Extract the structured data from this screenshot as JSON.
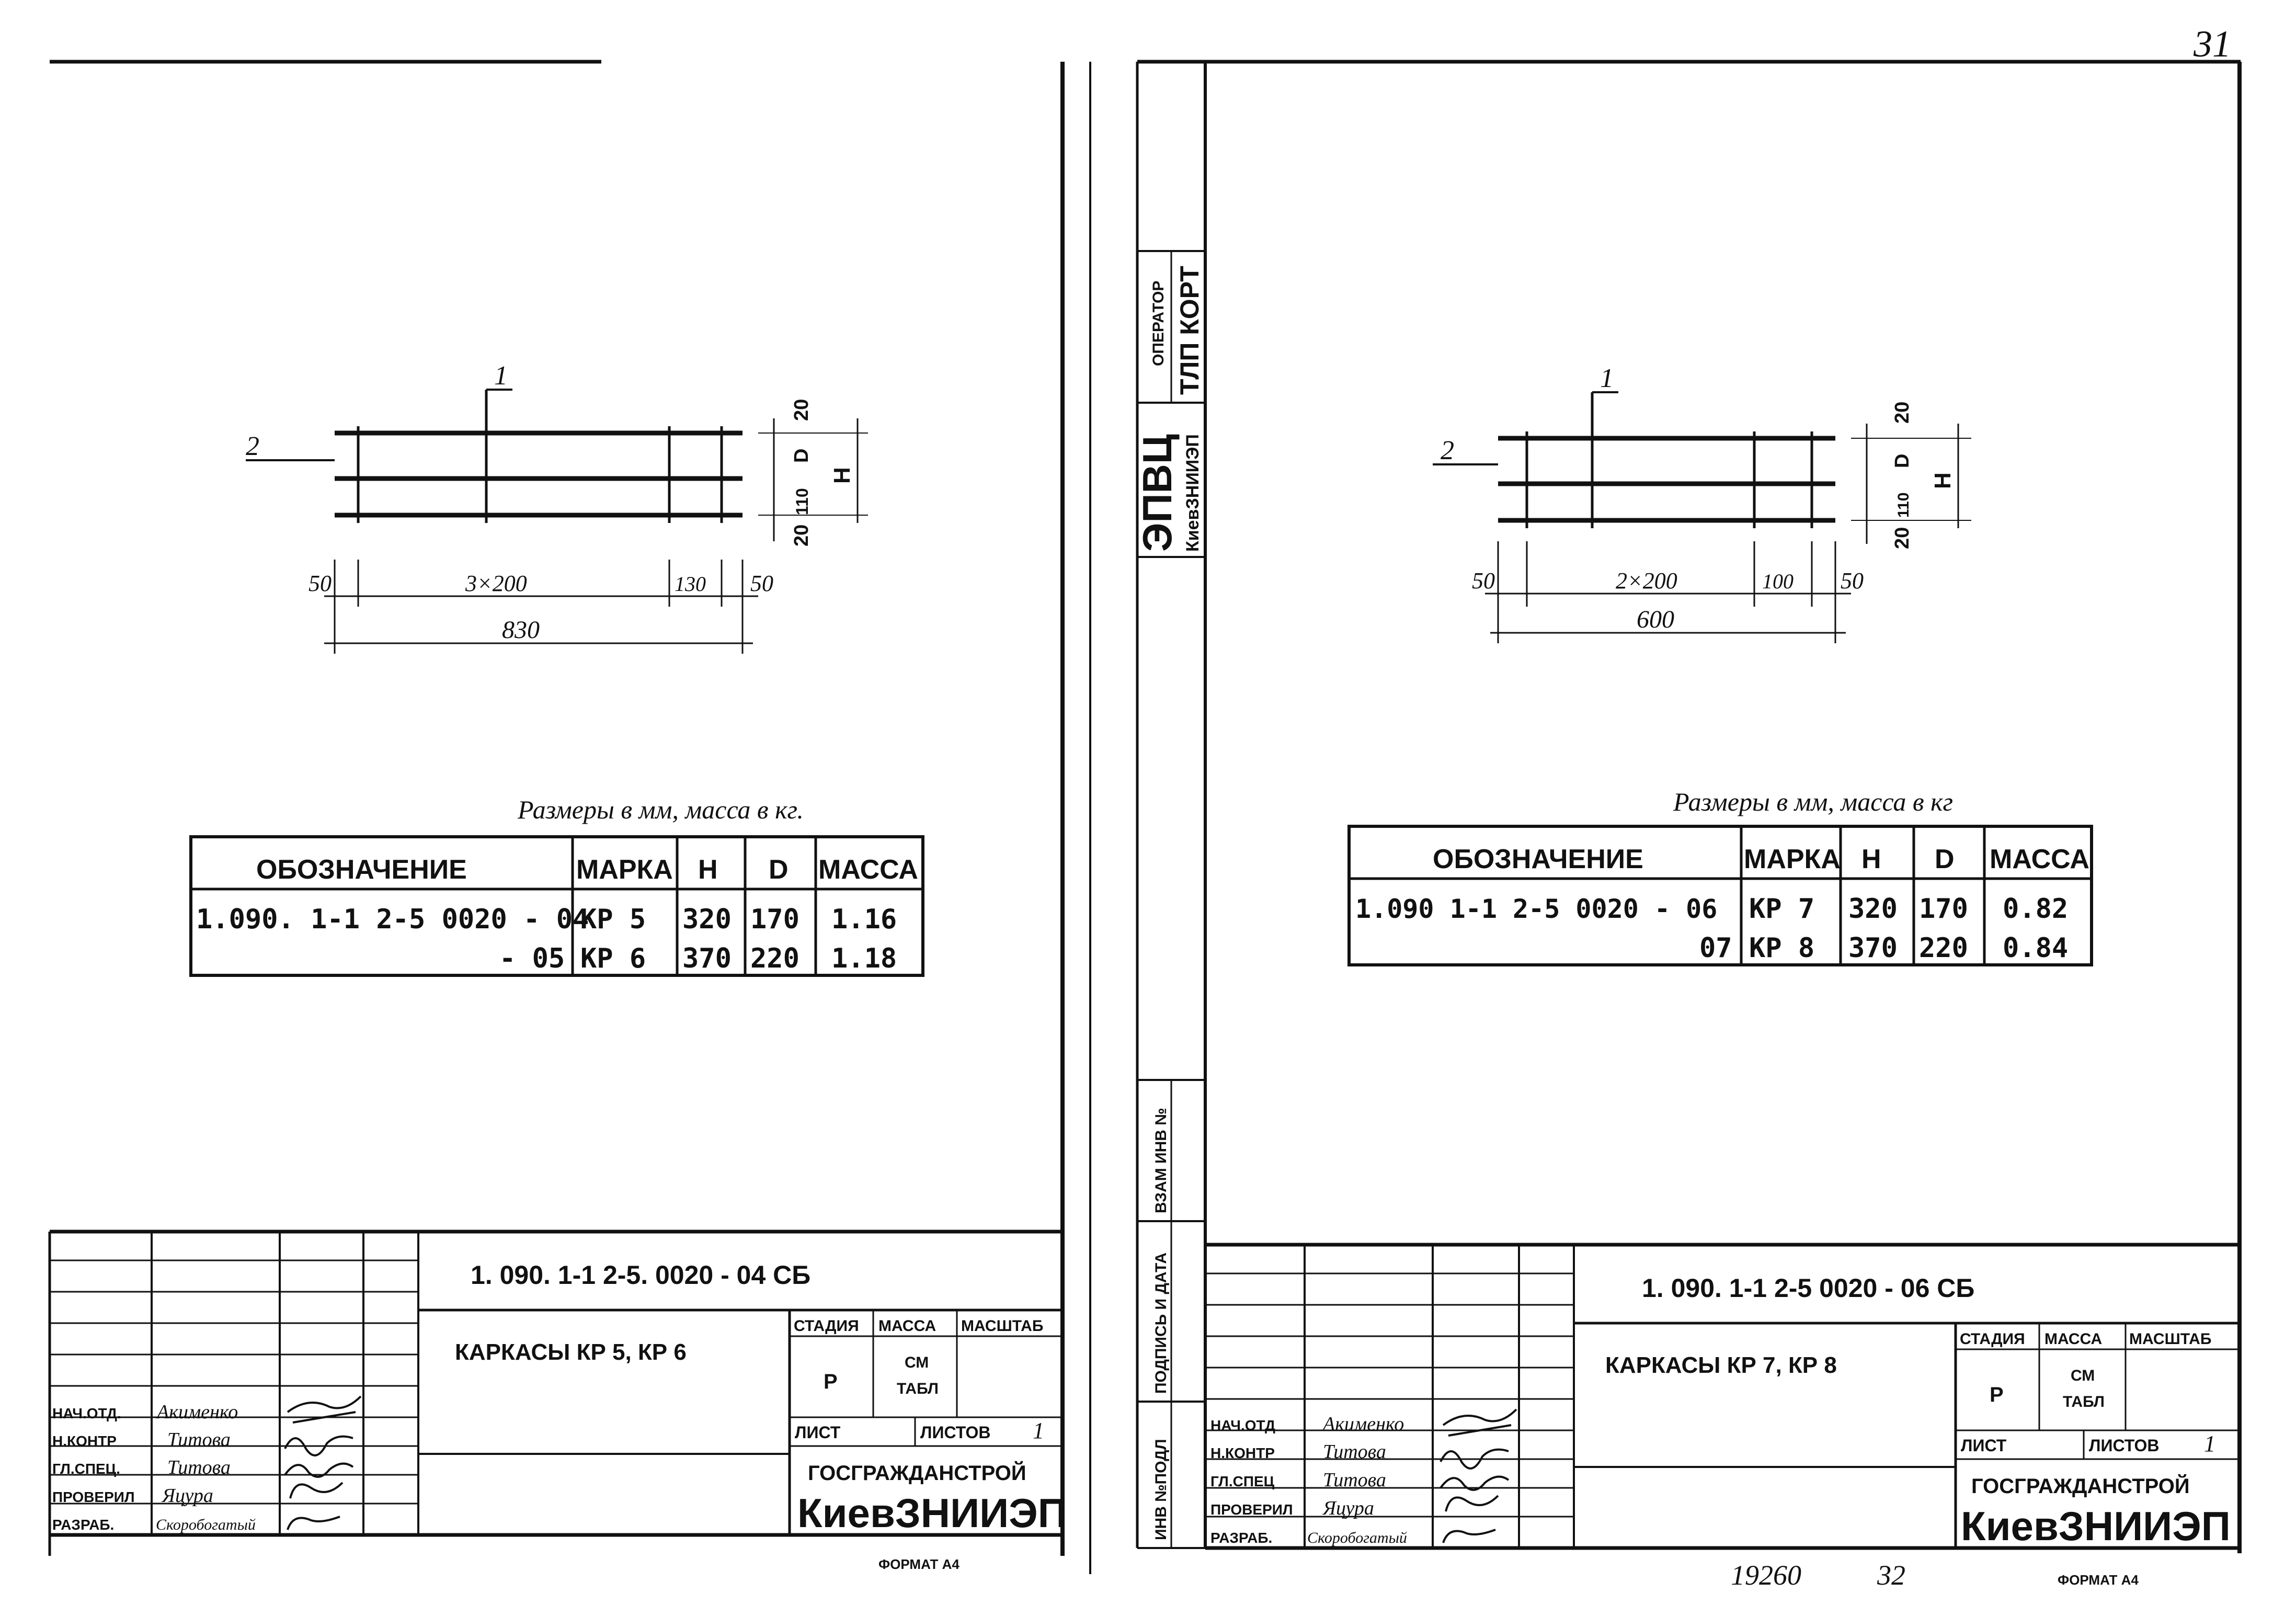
{
  "page_number": "31",
  "footer": {
    "inv_number": "19260",
    "page": "32"
  },
  "left": {
    "drawing": {
      "callout_bar": "1",
      "callout_rod": "2",
      "dims_right": [
        "20",
        "D",
        "H",
        "110",
        "20"
      ],
      "dims_bottom": [
        "50",
        "3×200",
        "130",
        "50"
      ],
      "overall": "830"
    },
    "note": "Размеры в мм, масса в кг.",
    "table": {
      "headers": [
        "ОБОЗНАЧЕНИЕ",
        "МАРКА",
        "H",
        "D",
        "МАССА"
      ],
      "rows": [
        [
          "1.090. 1-1 2-5 0020 - 04",
          "КР 5",
          "320",
          "170",
          "1.16"
        ],
        [
          "- 05",
          "КР 6",
          "370",
          "220",
          "1.18"
        ]
      ]
    },
    "title_block": {
      "code": "1. 090. 1-1  2-5. 0020 - 04 СБ",
      "name": "КАРКАСЫ  КР 5, КР 6",
      "stage_label": "СТАДИЯ",
      "mass_label": "МАССА",
      "scale_label": "МАСШТАБ",
      "stage": "Р",
      "mass": "СМ",
      "mass2": "ТАБЛ",
      "sheet_label": "ЛИСТ",
      "sheets_label": "ЛИСТОВ",
      "sheets": "1",
      "org": "ГОСГРАЖДАНСТРОЙ",
      "org2": "КиевЗНИИЭП",
      "roles": [
        "НАЧ.ОТД.",
        "Н.КОНТР",
        "ГЛ.СПЕЦ.",
        "ПРОВЕРИЛ",
        "РАЗРАБ."
      ],
      "names": [
        "Акименко",
        "Титова",
        "Титова",
        "Яцура",
        "Скоробогатый"
      ],
      "format": "ФОРМАТ А4"
    }
  },
  "right": {
    "side_stamp": {
      "operator_label": "ОПЕРАТОР",
      "operator": "ТЛП КОРТ",
      "epvc": "ЭПВЦ",
      "epvc_sub": "КиевЗНИИЭП",
      "vzam": "ВЗАМ ИНВ №",
      "podpis": "ПОДПИСЬ И ДАТА",
      "inv": "ИНВ №ПОДЛ"
    },
    "drawing": {
      "callout_bar": "1",
      "callout_rod": "2",
      "dims_right": [
        "20",
        "D",
        "H",
        "110",
        "20"
      ],
      "dims_bottom": [
        "50",
        "2×200",
        "100",
        "50"
      ],
      "overall": "600"
    },
    "note": "Размеры в мм, масса в кг",
    "table": {
      "headers": [
        "ОБОЗНАЧЕНИЕ",
        "МАРКА",
        "H",
        "D",
        "МАССА"
      ],
      "rows": [
        [
          "1.090 1-1 2-5 0020 - 06",
          "КР 7",
          "320",
          "170",
          "0.82"
        ],
        [
          "07",
          "КР 8",
          "370",
          "220",
          "0.84"
        ]
      ]
    },
    "title_block": {
      "code": "1. 090. 1-1  2-5  0020 - 06 СБ",
      "name": "КАРКАСЫ  КР 7, КР 8",
      "stage_label": "СТАДИЯ",
      "mass_label": "МАССА",
      "scale_label": "МАСШТАБ",
      "stage": "Р",
      "mass": "СМ",
      "mass2": "ТАБЛ",
      "sheet_label": "ЛИСТ",
      "sheets_label": "ЛИСТОВ",
      "sheets": "1",
      "org": "ГОСГРАЖДАНСТРОЙ",
      "org2": "КиевЗНИИЭП",
      "roles": [
        "НАЧ.ОТД",
        "Н.КОНТР",
        "ГЛ.СПЕЦ",
        "ПРОВЕРИЛ",
        "РАЗРАБ."
      ],
      "names": [
        "Акименко",
        "Титова",
        "Титова",
        "Яцура",
        "Скоробогатый"
      ],
      "format": "ФОРМАТ А4"
    }
  }
}
